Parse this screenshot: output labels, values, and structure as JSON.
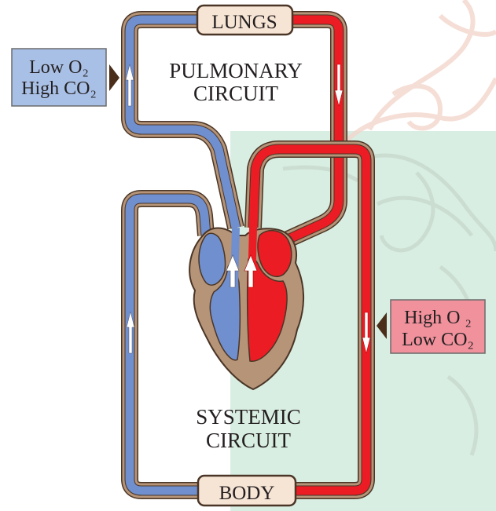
{
  "diagram": {
    "title": "Double circulation of blood",
    "nodes": {
      "lungs": "LUNGS",
      "body": "BODY"
    },
    "circuits": {
      "pulmonary": [
        "PULMONARY",
        "CIRCUIT"
      ],
      "systemic": [
        "SYSTEMIC",
        "CIRCUIT"
      ]
    },
    "callouts": {
      "deoxygenated": {
        "line1": "Low O₂",
        "line2": "High CO₂"
      },
      "oxygenated": {
        "line1": "High O ₂",
        "line2": "Low CO₂"
      }
    },
    "colors": {
      "deoxygenated_blood": "#6f8fcf",
      "oxygenated_blood": "#ec1c24",
      "vessel_wall": "#b59478",
      "outline": "#4a3526",
      "node_fill": "#f6e4d4",
      "callout_blue": "#a9c0e6",
      "callout_pink": "#f0919c",
      "panel_green": "#d6ece0",
      "arrow_pointer": "#4a2e1a"
    }
  }
}
